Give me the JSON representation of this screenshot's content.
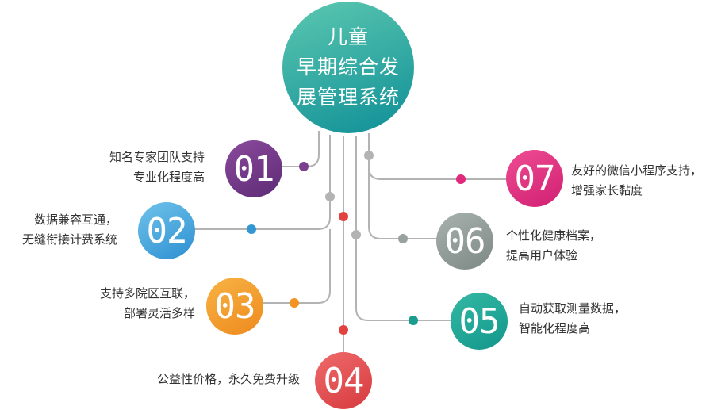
{
  "hub": {
    "lines": [
      "儿童",
      "早期综合发",
      "展管理系统"
    ],
    "color_top": "#5cc8b0",
    "color_bottom": "#0f8f97"
  },
  "nodes": [
    {
      "num": "01",
      "lines": [
        "知名专家团队支持",
        "专业化程度高"
      ],
      "color_a": "#8b4a9c",
      "color_b": "#5d2b76",
      "dot": "#7a3f8d"
    },
    {
      "num": "02",
      "lines": [
        "数据兼容互通，",
        "无缝衔接计费系统"
      ],
      "color_a": "#6fc3ea",
      "color_b": "#2d8fd1",
      "dot": "#3497d3"
    },
    {
      "num": "03",
      "lines": [
        "支持多院区互联，",
        "部署灵活多样"
      ],
      "color_a": "#f8b344",
      "color_b": "#ee8a1e",
      "dot": "#f39323"
    },
    {
      "num": "04",
      "lines": [
        "公益性价格，永久免费升级"
      ],
      "color_a": "#ef6b6b",
      "color_b": "#d63a3e",
      "dot": "#e2413f"
    },
    {
      "num": "05",
      "lines": [
        "自动获取测量数据，",
        "智能化程度高"
      ],
      "color_a": "#35b9a4",
      "color_b": "#12968b",
      "dot": "#1a9c8e"
    },
    {
      "num": "06",
      "lines": [
        "个性化健康档案，",
        "提高用户体验"
      ],
      "color_a": "#a8b1ae",
      "color_b": "#7d8986",
      "dot": "#9aa29f"
    },
    {
      "num": "07",
      "lines": [
        "友好的微信小程序支持，",
        "增强家长黏度"
      ],
      "color_a": "#ee4d93",
      "color_b": "#d11f72",
      "dot": "#e0297d"
    }
  ],
  "wire_color": "#b3b3b3",
  "junction_color": "#b3b3b3"
}
